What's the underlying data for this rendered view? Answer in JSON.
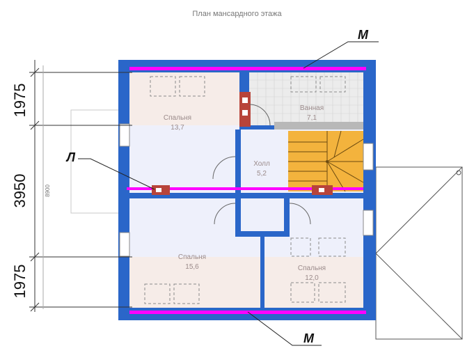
{
  "plan": {
    "title": "План мансардного этажа",
    "dimensions": {
      "top": "1975",
      "middle": "3950",
      "bottom": "1975",
      "total": "8900"
    },
    "rooms": [
      {
        "name": "Спальня",
        "area": "13,7"
      },
      {
        "name": "Ванная",
        "area": "7,1"
      },
      {
        "name": "Холл",
        "area": "5,2"
      },
      {
        "name": "Спальня",
        "area": "15,6"
      },
      {
        "name": "Спальня",
        "area": "12,0"
      }
    ],
    "callouts": {
      "top_m": "М",
      "bottom_m": "М",
      "l": "Л"
    }
  },
  "colors": {
    "wall": "#2a66c9",
    "magenta": "#ff00ff",
    "bedroom_fill": "#f6ece8",
    "hall_fill": "#eef0fb",
    "stairs": "#f3b33d",
    "chimney": "#b8443a"
  }
}
